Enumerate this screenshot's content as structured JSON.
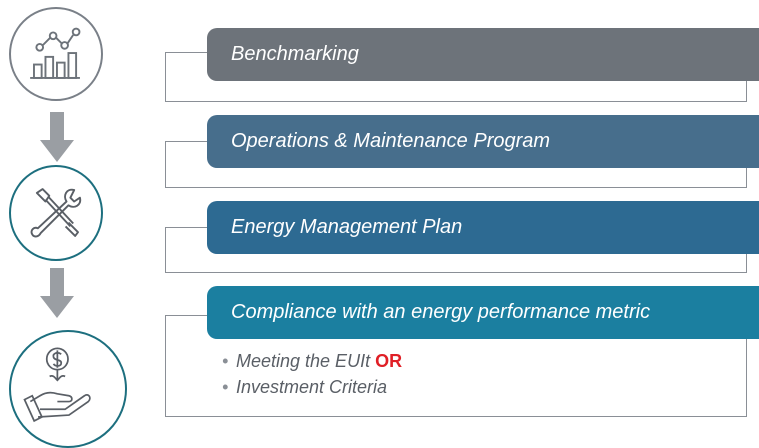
{
  "steps": [
    {
      "label": "Benchmarking",
      "color": "#6d737a",
      "icon": "chart-icon"
    },
    {
      "label": "Operations & Maintenance Program",
      "color": "#476e8c",
      "icon": "tools-icon"
    },
    {
      "label": "Energy Management Plan",
      "color": "#2d6a92",
      "icon": null
    },
    {
      "label": "Compliance with an energy performance metric",
      "color": "#1b7fa0",
      "icon": "money-hand-icon"
    }
  ],
  "bullets": {
    "item1": "Meeting the EUIt",
    "or": "OR",
    "item2": "Investment Criteria"
  },
  "colors": {
    "gray_outline": "#7a8088",
    "teal_outline": "#1d6f7f",
    "arrow": "#9a9ea3",
    "accent_red": "#e01f26"
  }
}
